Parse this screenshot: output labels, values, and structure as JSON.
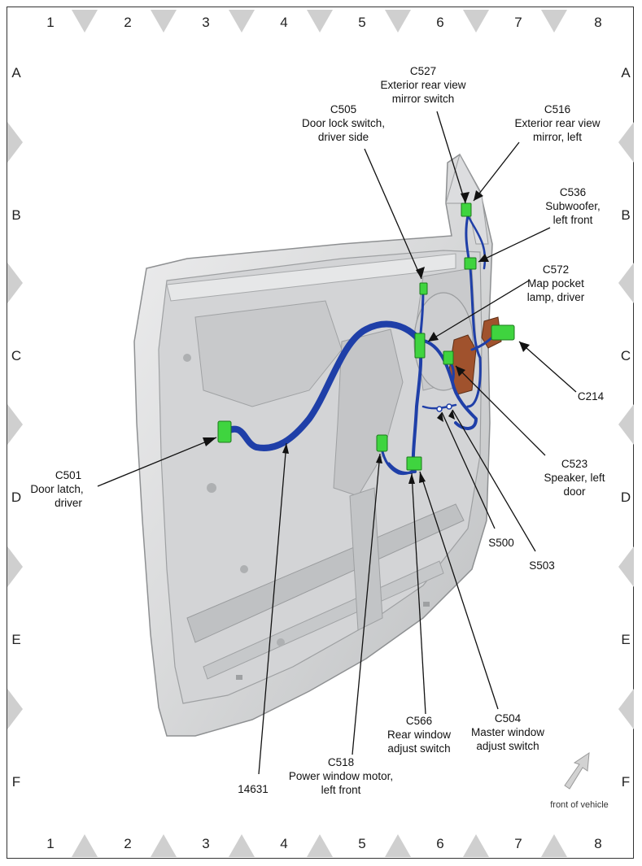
{
  "grid": {
    "columns": [
      "1",
      "2",
      "3",
      "4",
      "5",
      "6",
      "7",
      "8"
    ],
    "rows": [
      "A",
      "B",
      "C",
      "D",
      "E",
      "F"
    ]
  },
  "labels": {
    "c527": {
      "code": "C527",
      "line1": "Exterior rear view",
      "line2": "mirror switch"
    },
    "c505": {
      "code": "C505",
      "line1": "Door lock switch,",
      "line2": "driver side"
    },
    "c516": {
      "code": "C516",
      "line1": "Exterior rear view",
      "line2": "mirror, left"
    },
    "c536": {
      "code": "C536",
      "line1": "Subwoofer,",
      "line2": "left front"
    },
    "c572": {
      "code": "C572",
      "line1": "Map pocket",
      "line2": "lamp, driver"
    },
    "c214": {
      "code": "C214"
    },
    "c523": {
      "code": "C523",
      "line1": "Speaker, left",
      "line2": "door"
    },
    "c501": {
      "code": "C501",
      "line1": "Door latch,",
      "line2": "driver"
    },
    "s500": {
      "code": "S500"
    },
    "s503": {
      "code": "S503"
    },
    "c566": {
      "code": "C566",
      "line1": "Rear window",
      "line2": "adjust switch"
    },
    "c504": {
      "code": "C504",
      "line1": "Master window",
      "line2": "adjust switch"
    },
    "c518": {
      "code": "C518",
      "line1": "Power window motor,",
      "line2": "left front"
    },
    "harness": {
      "code": "14631"
    }
  },
  "orientation": {
    "text": "front of vehicle"
  },
  "colors": {
    "harness": "#1f3fa8",
    "connector": "#3fd43f",
    "panel": "#d9dadb",
    "panel_dark": "#9a9c9e",
    "brown": "#a0522d",
    "marker": "#cfcfcf"
  }
}
